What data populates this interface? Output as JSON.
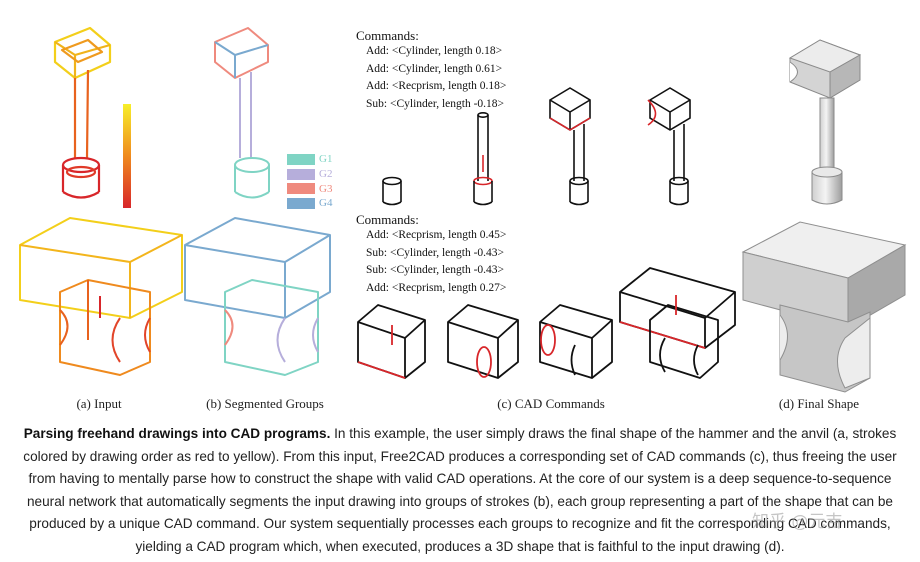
{
  "figure": {
    "sub_captions": {
      "a": "(a) Input",
      "b": "(b) Segmented Groups",
      "c": "(c) CAD Commands",
      "d": "(d) Final Shape"
    },
    "legend": [
      {
        "label": "G1",
        "color": "#7fd4c4"
      },
      {
        "label": "G2",
        "color": "#b6aedb"
      },
      {
        "label": "G3",
        "color": "#ef8a7e"
      },
      {
        "label": "G4",
        "color": "#7aa9cf"
      }
    ],
    "commands_top": {
      "title": "Commands:",
      "lines": [
        "Add: <Cylinder, length 0.18>",
        "Add: <Cylinder, length 0.61>",
        "Add: <Recprism, length 0.18>",
        "Sub: <Cylinder, length -0.18>"
      ]
    },
    "commands_bottom": {
      "title": "Commands:",
      "lines": [
        "Add: <Recprism, length 0.45>",
        "Sub: <Cylinder, length -0.43>",
        "Sub: <Cylinder, length -0.43>",
        "Add: <Recprism, length 0.27>"
      ]
    },
    "colors": {
      "stroke_red": "#d8262a",
      "stroke_orange": "#ef8a1e",
      "stroke_yellow": "#f3cf1a",
      "wire": "#111111",
      "solid_gray": "#c9c9c9"
    }
  },
  "caption": {
    "bold": "Parsing freehand drawings into CAD programs.",
    "text": " In this example, the user simply draws the final shape of the hammer and the anvil (a, strokes colored by drawing order as red to yellow). From this input, Free2CAD produces a corresponding set of CAD commands (c), thus freeing the user from having to mentally parse how to construct the shape with valid CAD operations. At the core of our system is a deep sequence-to-sequence neural network that automatically segments the input drawing into groups of strokes (b), each group representing a part of the shape that can be produced by a unique CAD command. Our system sequentially processes each groups to recognize and fit the corresponding CAD commands, yielding a CAD program which, when executed, produces a 3D shape that is faithful to the input drawing (d)."
  },
  "watermark": "知乎 @元吉"
}
